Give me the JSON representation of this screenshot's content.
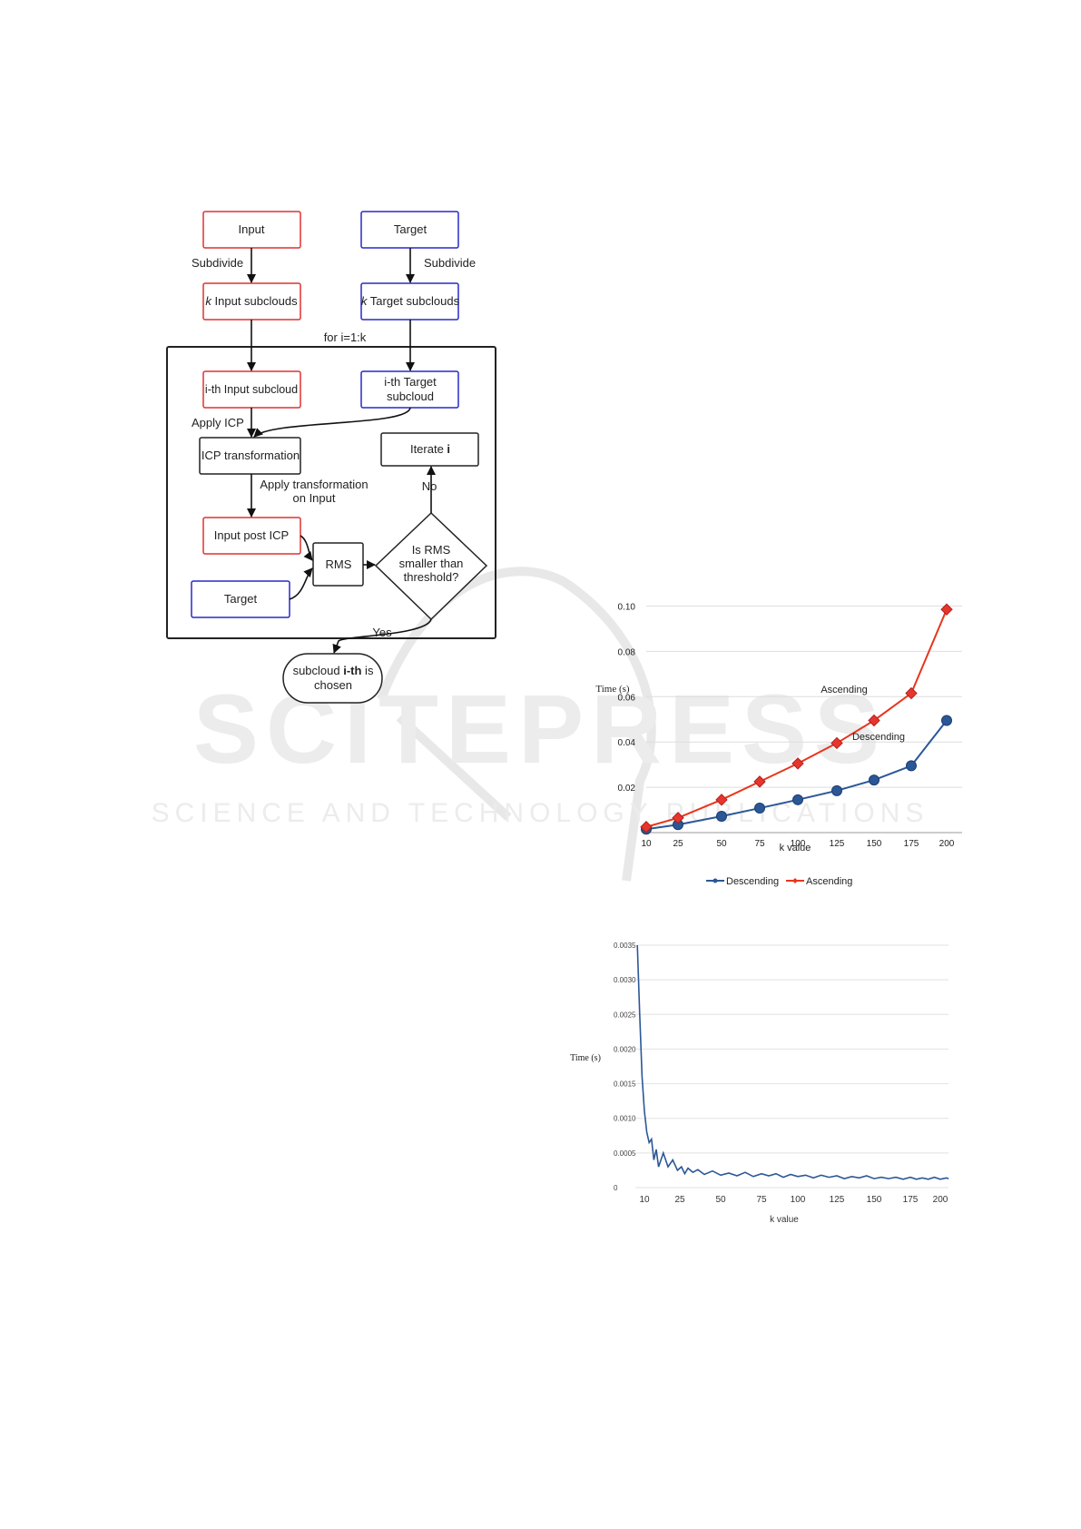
{
  "watermark": {
    "title": "SCITEPRESS",
    "subtitle": "SCIENCE AND TECHNOLOGY PUBLICATIONS"
  },
  "flowchart": {
    "input": "Input",
    "target": "Target",
    "subdivide_left": "Subdivide",
    "subdivide_right": "Subdivide",
    "k_input_k": "k",
    "k_input_rest": " Input subclouds",
    "k_target_k": "k",
    "k_target_rest": " Target subclouds",
    "loop_label": "for i=1:k",
    "ith_input": "i-th Input subcloud",
    "ith_target_line1": "i-th Target",
    "ith_target_line2": "subcloud",
    "apply_icp": "Apply ICP",
    "icp_transformation": "ICP transformation",
    "iterate_prefix": "Iterate ",
    "iterate_bold": "i",
    "no_label": "No",
    "apply_transform_line1": "Apply transformation",
    "apply_transform_line2": "on Input",
    "input_post_icp": "Input post ICP",
    "rms": "RMS",
    "decision_line1": "Is RMS",
    "decision_line2": "smaller than",
    "decision_line3": "threshold?",
    "target_bottom": "Target",
    "yes_label": "Yes",
    "chosen_prefix": "subcloud ",
    "chosen_bold": "i-th",
    "chosen_suffix": " is",
    "chosen_line2": "chosen"
  },
  "chart_data": [
    {
      "type": "line",
      "title": "",
      "xlabel": "k value",
      "ylabel": "Time (s)",
      "x": [
        10,
        25,
        50,
        75,
        100,
        125,
        150,
        175,
        200
      ],
      "x_tick_labels": [
        "10",
        "25",
        "50",
        "75",
        "100",
        "125",
        "150",
        "175",
        "200"
      ],
      "y_ticks": [
        0.02,
        0.04,
        0.06,
        0.08,
        0.1
      ],
      "y_tick_labels": [
        "0.02",
        "0.04",
        "0.06",
        "0.08",
        "0.10"
      ],
      "ylim": [
        0,
        0.105
      ],
      "grid": true,
      "legend_position": "bottom",
      "series": [
        {
          "name": "Descending",
          "color": "#2b5797",
          "marker": "circle",
          "values": [
            0.0015,
            0.0035,
            0.0072,
            0.0108,
            0.0145,
            0.0185,
            0.0232,
            0.0295,
            0.0495
          ]
        },
        {
          "name": "Ascending",
          "color": "#e8351c",
          "marker": "diamond",
          "values": [
            0.0025,
            0.0065,
            0.0145,
            0.0225,
            0.0305,
            0.0395,
            0.0495,
            0.0615,
            0.0985
          ]
        }
      ],
      "annotations": [
        "Ascending",
        "Descending"
      ]
    },
    {
      "type": "line",
      "title": "",
      "xlabel": "k value",
      "ylabel": "Time (s)",
      "x_ticks": [
        10,
        25,
        50,
        75,
        100,
        125,
        150,
        175,
        200
      ],
      "x_tick_labels": [
        "10",
        "25",
        "50",
        "75",
        "100",
        "125",
        "150",
        "175",
        "200"
      ],
      "y_ticks": [
        0,
        0.0005,
        0.001,
        0.0015,
        0.002,
        0.0025,
        0.003,
        0.0035
      ],
      "y_tick_labels": [
        "0",
        "0.0005",
        "0.0010",
        "0.0015",
        "0.0020",
        "0.0025",
        "0.0030",
        "0.0035"
      ],
      "ylim": [
        0,
        0.0035
      ],
      "xlim": [
        7,
        207
      ],
      "grid": true,
      "series": [
        {
          "color": "#2b5797",
          "x": [
            7,
            8,
            9,
            10,
            11,
            12,
            13,
            14,
            15,
            16,
            18,
            20,
            22,
            24,
            26,
            28,
            30,
            33,
            36,
            40,
            45,
            50,
            55,
            60,
            65,
            70,
            75,
            80,
            85,
            90,
            95,
            100,
            105,
            110,
            115,
            120,
            125,
            130,
            135,
            140,
            145,
            150,
            155,
            160,
            165,
            170,
            175,
            180,
            185,
            190,
            195,
            200,
            205,
            207
          ],
          "values": [
            0.0035,
            0.0025,
            0.0016,
            0.0011,
            0.0008,
            0.00065,
            0.0007,
            0.0004,
            0.00055,
            0.0003,
            0.0005,
            0.0003,
            0.0004,
            0.00025,
            0.0003,
            0.0002,
            0.00028,
            0.00022,
            0.00026,
            0.00019,
            0.00024,
            0.00018,
            0.00021,
            0.00017,
            0.00022,
            0.00016,
            0.0002,
            0.00017,
            0.0002,
            0.00015,
            0.00019,
            0.00016,
            0.00018,
            0.00014,
            0.00018,
            0.00015,
            0.00017,
            0.00013,
            0.00016,
            0.00014,
            0.00017,
            0.00013,
            0.00015,
            0.00013,
            0.00015,
            0.00012,
            0.00015,
            0.00012,
            0.00014,
            0.00012,
            0.00015,
            0.00012,
            0.00014,
            0.00013
          ]
        }
      ]
    }
  ]
}
